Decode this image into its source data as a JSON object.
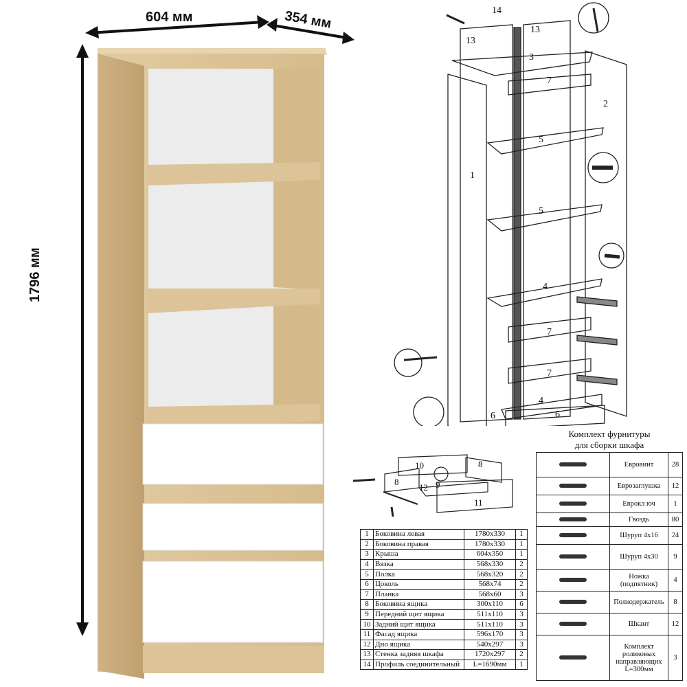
{
  "dimensions": {
    "width": "604 мм",
    "depth": "354 мм",
    "height": "1796 мм"
  },
  "diagram_labels": [
    "14",
    "13",
    "13",
    "3",
    "7",
    "2",
    "1",
    "5",
    "5",
    "4",
    "7",
    "7",
    "4",
    "6",
    "6",
    "10",
    "8",
    "8",
    "12",
    "9",
    "11"
  ],
  "kit": {
    "title_line1": "Комплект фурнитуры",
    "title_line2": "для сборки шкафа",
    "items": [
      {
        "icon": "eurovint-screw-icon",
        "name": "Евровинт",
        "qty": "28"
      },
      {
        "icon": "euro-cap-icon",
        "name": "Еврозаглушка",
        "qty": "12"
      },
      {
        "icon": "hex-key-icon",
        "name": "Еврокл юч",
        "qty": "1"
      },
      {
        "icon": "nail-icon",
        "name": "Гвоздь",
        "qty": "80"
      },
      {
        "icon": "screw-4x16-icon",
        "name": "Шуруп 4х16",
        "qty": "24"
      },
      {
        "icon": "screw-4x30-icon",
        "name": "Шуруп 4х30",
        "qty": "9"
      },
      {
        "icon": "leg-support-icon",
        "name": "Ножка (подпятник)",
        "qty": "4"
      },
      {
        "icon": "shelf-holder-icon",
        "name": "Полкодержатель",
        "qty": "8"
      },
      {
        "icon": "dowel-icon",
        "name": "Шкант",
        "qty": "12"
      },
      {
        "icon": "rail-guide-icon",
        "name": "Комплект роликовых направляющих L=300мм",
        "qty": "3"
      }
    ]
  },
  "parts": [
    {
      "n": "1",
      "name": "Боковина левая",
      "size": "1780х330",
      "qty": "1"
    },
    {
      "n": "2",
      "name": "Боковина правая",
      "size": "1780х330",
      "qty": "1"
    },
    {
      "n": "3",
      "name": "Крыша",
      "size": "604х350",
      "qty": "1"
    },
    {
      "n": "4",
      "name": "Вязка",
      "size": "568х330",
      "qty": "2"
    },
    {
      "n": "5",
      "name": "Полка",
      "size": "568х320",
      "qty": "2"
    },
    {
      "n": "6",
      "name": "Цоколь",
      "size": "568х74",
      "qty": "2"
    },
    {
      "n": "7",
      "name": "Планка",
      "size": "568х60",
      "qty": "3"
    },
    {
      "n": "8",
      "name": "Боковина ящика",
      "size": "300х110",
      "qty": "6"
    },
    {
      "n": "9",
      "name": "Передний щит ящика",
      "size": "511х110",
      "qty": "3"
    },
    {
      "n": "10",
      "name": "Задний щит ящика",
      "size": "511х110",
      "qty": "3"
    },
    {
      "n": "11",
      "name": "Фасад ящика",
      "size": "596х170",
      "qty": "3"
    },
    {
      "n": "12",
      "name": "Дно ящика",
      "size": "540х297",
      "qty": "3"
    },
    {
      "n": "13",
      "name": "Стенка задняя шкафа",
      "size": "1720х297",
      "qty": "2"
    },
    {
      "n": "14",
      "name": "Профиль соединительный",
      "size": "L=1690мм",
      "qty": "1"
    }
  ]
}
